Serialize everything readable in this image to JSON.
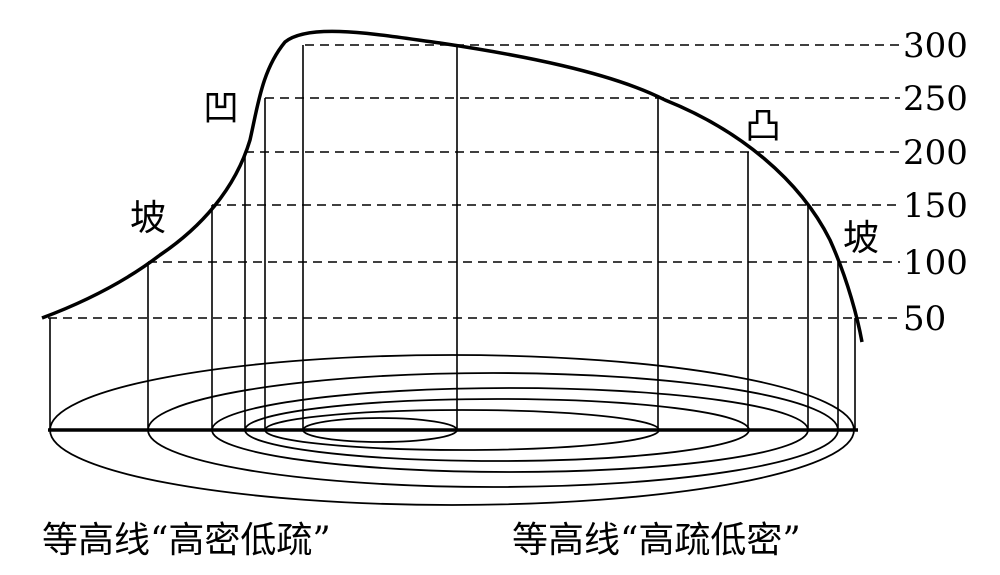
{
  "elevations": [
    "300",
    "250",
    "200",
    "150",
    "100",
    "50"
  ],
  "labels": {
    "concave": "凹",
    "convex": "凸",
    "slope_left": "坡",
    "slope_right": "坡"
  },
  "captions": {
    "left": "等高线“高密低疏”",
    "right": "等高线“高疏低密”"
  }
}
